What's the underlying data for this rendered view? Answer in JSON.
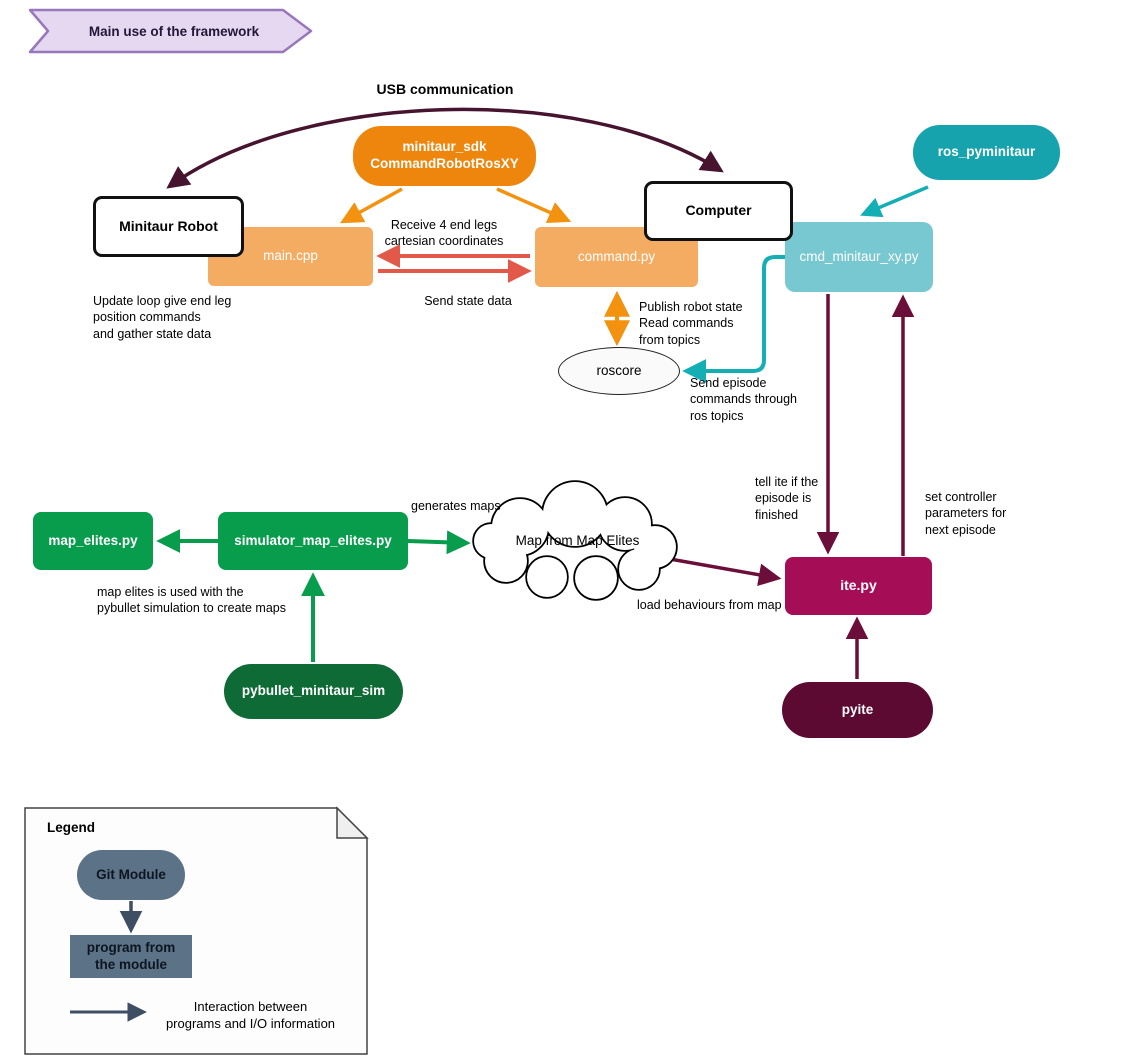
{
  "banner": {
    "label": "Main use of the framework"
  },
  "nodes": {
    "minitaur_sdk": "minitaur_sdk\nCommandRobotRosXY",
    "minitaur_robot": "Minitaur Robot",
    "computer": "Computer",
    "main_cpp": "main.cpp",
    "command_py": "command.py",
    "cmd_minitaur_xy": "cmd_minitaur_xy.py",
    "ros_pyminitaur": "ros_pyminitaur",
    "roscore": "roscore",
    "map_elites": "map_elites.py",
    "simulator_map_elites": "simulator_map_elites.py",
    "pybullet_minitaur_sim": "pybullet_minitaur_sim",
    "map_cloud": "Map from Map Elites",
    "ite": "ite.py",
    "pyite": "pyite"
  },
  "edge_labels": {
    "usb": "USB communication",
    "receive": "Receive 4 end legs\ncartesian coordinates",
    "send_state": "Send  state data",
    "update_loop": "Update loop give end leg\nposition commands\nand gather state data",
    "publish": "Publish robot state\nRead commands\nfrom topics",
    "send_episode": "Send  episode\ncommands through\nros topics",
    "tell_ite": "tell ite if the\nepisode is\nfinished",
    "set_controller": "set controller\nparameters for\nnext episode",
    "generates_maps": "generates maps",
    "map_note": "map elites is used with the\npybullet simulation to create maps",
    "load_behaviours": "load behaviours from map"
  },
  "legend": {
    "title": "Legend",
    "git_module": "Git Module",
    "program": "program from\nthe module",
    "interaction": "Interaction between\nprograms and I/O information"
  },
  "colors": {
    "banner_fill": "#E5D8F0",
    "banner_border": "#9878BA",
    "orange_module": "#EE860D",
    "orange_program": "#F4AC62",
    "orange_arrow": "#F2920E",
    "red_arrow": "#E2594A",
    "teal_module": "#16A3AD",
    "teal_program": "#78C8D1",
    "teal_arrow": "#14AEB5",
    "green_module_dark": "#0E6B36",
    "green_program": "#089C4D",
    "wine_arrow": "#6B0F3A",
    "usb_arrow": "#471430",
    "ite_fill": "#A50D56",
    "pyite_fill": "#5C0A32",
    "legend_gray": "#5C7286",
    "legend_arrow": "#3E4E63"
  }
}
